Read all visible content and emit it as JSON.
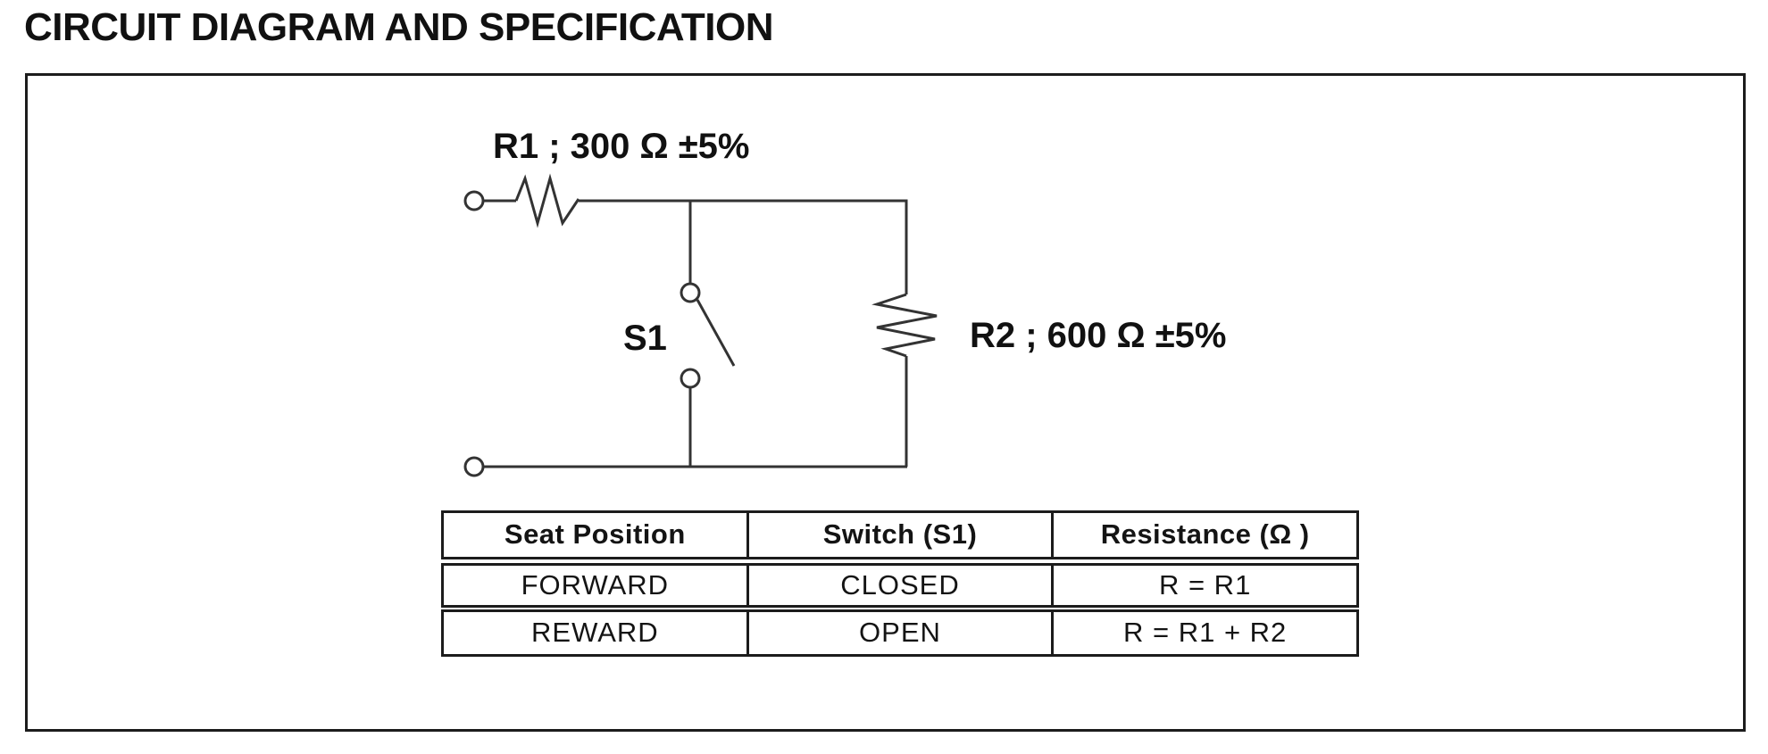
{
  "page": {
    "title": "CIRCUIT DIAGRAM AND SPECIFICATION"
  },
  "circuit": {
    "r1_label": "R1 ; 300 Ω ±5%",
    "s1_label": "S1",
    "r2_label": "R2 ; 600 Ω ±5%",
    "components": {
      "r1": {
        "name": "R1",
        "value": "300 Ω",
        "tolerance": "±5%"
      },
      "r2": {
        "name": "R2",
        "value": "600 Ω",
        "tolerance": "±5%"
      },
      "s1": {
        "name": "S1",
        "type": "switch"
      }
    }
  },
  "table": {
    "headers": [
      "Seat Position",
      "Switch (S1)",
      "Resistance (Ω )"
    ],
    "rows": [
      [
        "FORWARD",
        "CLOSED",
        "R = R1"
      ],
      [
        "REWARD",
        "OPEN",
        "R = R1 + R2"
      ]
    ]
  },
  "colors": {
    "ink": "#111111",
    "line": "#333333",
    "border": "#1c1c1c",
    "background": "#ffffff"
  }
}
